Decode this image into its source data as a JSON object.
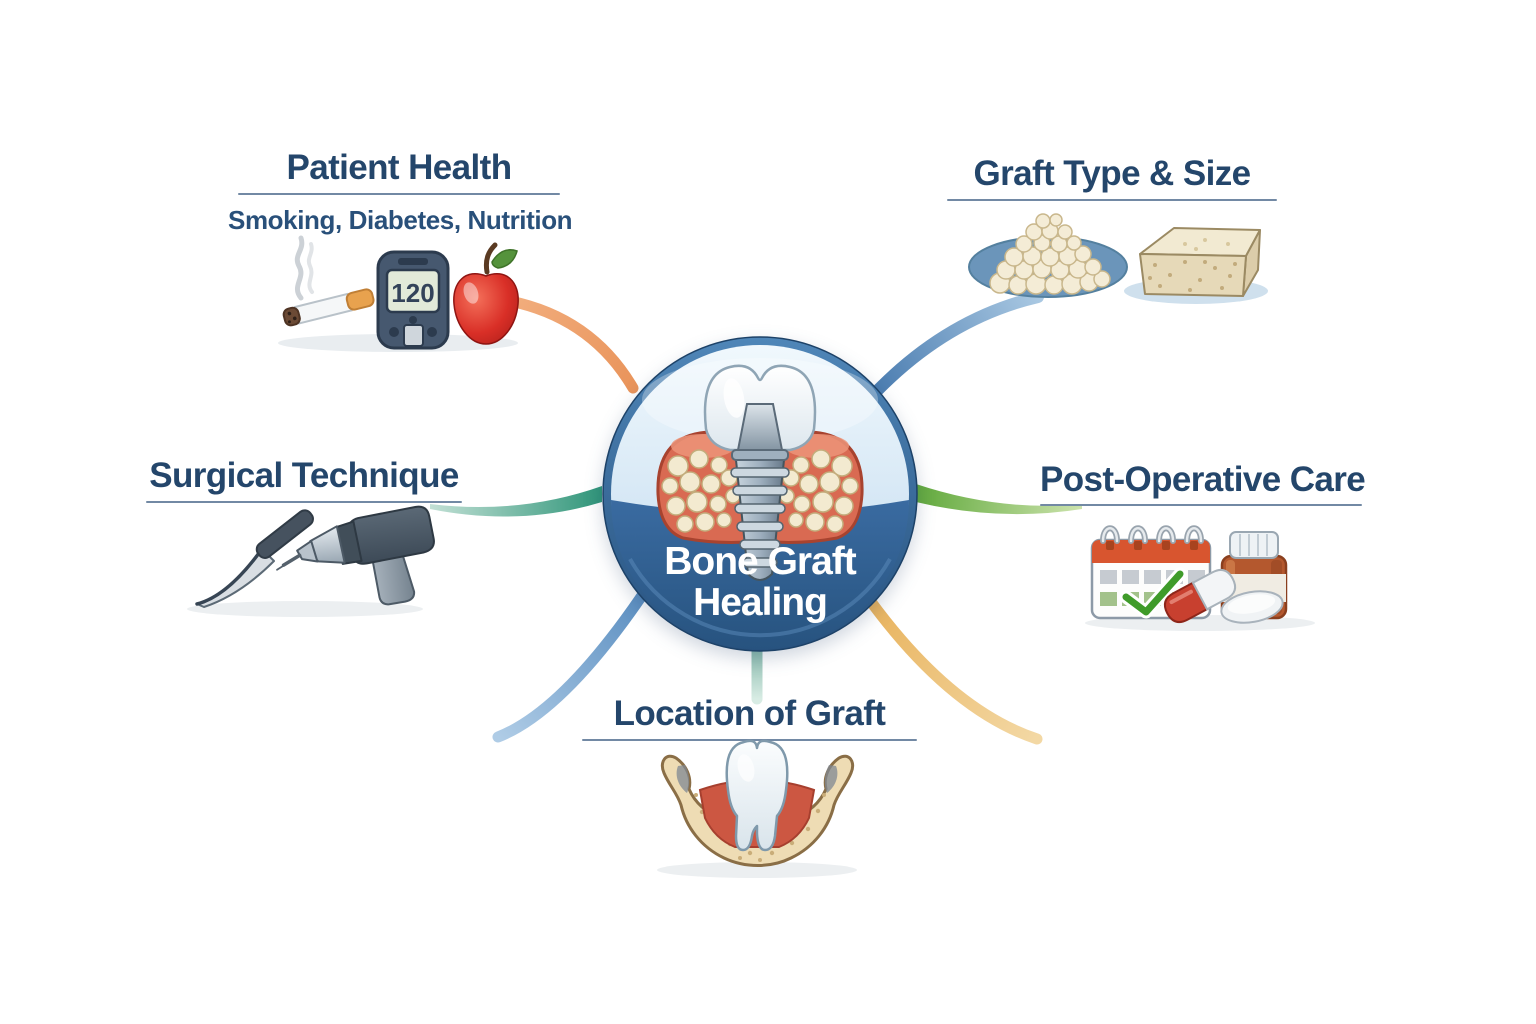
{
  "center": {
    "title_line1": "Bone Graft",
    "title_line2": "Healing",
    "icon": "dental-implant-in-graft-icon"
  },
  "sections": {
    "patient_health": {
      "title": "Patient Health",
      "subtitle": "Smoking, Diabetes, Nutrition",
      "glucose_reading": "120",
      "icons": [
        "smoke-icon",
        "cigarette-icon",
        "glucose-meter-icon",
        "apple-icon"
      ]
    },
    "graft_type_size": {
      "title": "Graft Type & Size",
      "icons": [
        "bone-granules-plate-icon",
        "bone-block-icon"
      ]
    },
    "surgical_technique": {
      "title": "Surgical Technique",
      "icons": [
        "scalpel-icon",
        "surgical-drill-icon"
      ]
    },
    "post_operative_care": {
      "title": "Post-Operative Care",
      "icons": [
        "calendar-check-icon",
        "pill-bottle-icon",
        "capsule-icon",
        "tablet-icon"
      ]
    },
    "location_of_graft": {
      "title": "Location of Graft",
      "icons": [
        "mandible-tooth-icon"
      ]
    }
  },
  "connectors": [
    {
      "name": "hub-to-patient-health",
      "color": "#EDA066"
    },
    {
      "name": "hub-to-graft-type-size",
      "color": "#5D8FBE"
    },
    {
      "name": "hub-to-surgical-technique",
      "color": "#3F9F85"
    },
    {
      "name": "hub-to-post-operative-care",
      "color": "#7CB84F"
    },
    {
      "name": "hub-to-bottom-left",
      "color": "#5C8FC1"
    },
    {
      "name": "hub-to-bottom-right",
      "color": "#E9B967"
    },
    {
      "name": "hub-to-location-of-graft",
      "color": "#8FBCAE"
    }
  ],
  "colors": {
    "heading_text": "#24466B",
    "underline": "#7289A4",
    "hub_ring": "#2B5A8C",
    "hub_top_fill": "#D8EAF7",
    "hub_bottom_fill": "#2C5C90",
    "background": "#FFFFFF"
  }
}
